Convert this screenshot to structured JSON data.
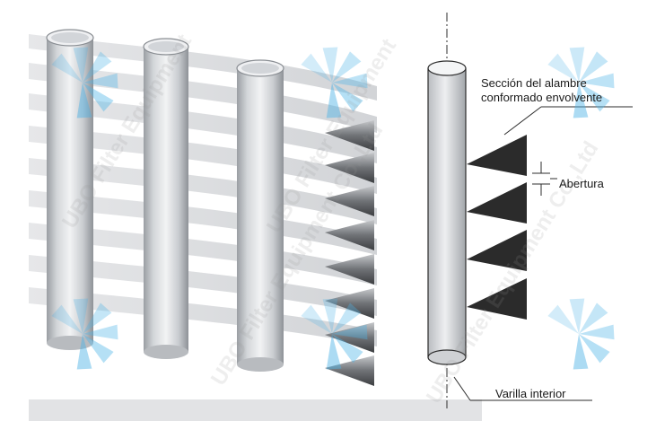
{
  "labels": {
    "wire_section_line1": "Sección del alambre",
    "wire_section_line2": "conformado  envolvente",
    "gap": "Abertura",
    "inner_rod": "Varilla interior"
  },
  "watermarks": [
    "UBO Filter Equipment",
    "UBO Filter Equipment Co.,Ltd"
  ],
  "colors": {
    "rod_dark": "#9a9ea3",
    "rod_light": "#f2f3f4",
    "wire_band": "#dedfe2",
    "wire_profile": "#2b2b2b",
    "watermark_logo": "#4fb3e6"
  }
}
